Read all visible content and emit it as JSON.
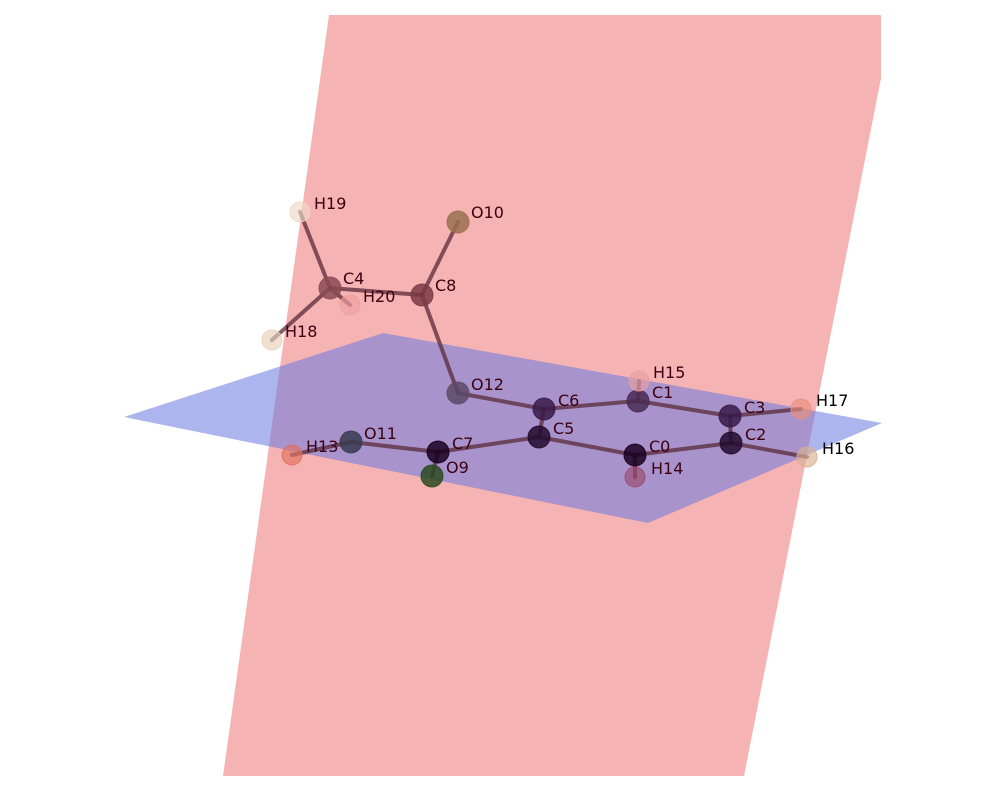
{
  "atoms": [
    {
      "id": "C0",
      "label": "C0",
      "color": "#1a0020"
    },
    {
      "id": "C1",
      "label": "C1",
      "color": "#4a2a55"
    },
    {
      "id": "C2",
      "label": "C2",
      "color": "#220a2e"
    },
    {
      "id": "C3",
      "label": "C3",
      "color": "#3a1a48"
    },
    {
      "id": "C4",
      "label": "C4",
      "color": "#8a4a55"
    },
    {
      "id": "C5",
      "label": "C5",
      "color": "#220a2e"
    },
    {
      "id": "C6",
      "label": "C6",
      "color": "#3a1a48"
    },
    {
      "id": "C7",
      "label": "C7",
      "color": "#1a0020"
    },
    {
      "id": "C8",
      "label": "C8",
      "color": "#7a3a45"
    },
    {
      "id": "O9",
      "label": "O9",
      "color": "#2a4a20"
    },
    {
      "id": "O10",
      "label": "O10",
      "color": "#9a7050"
    },
    {
      "id": "O11",
      "label": "O11",
      "color": "#3a3a50"
    },
    {
      "id": "O12",
      "label": "O12",
      "color": "#5a4a65"
    },
    {
      "id": "H13",
      "label": "H13",
      "color": "#e07060"
    },
    {
      "id": "H14",
      "label": "H14",
      "color": "#9a4a70"
    },
    {
      "id": "H15",
      "label": "H15",
      "color": "#e8a0a0"
    },
    {
      "id": "H16",
      "label": "H16",
      "color": "#d8b090"
    },
    {
      "id": "H17",
      "label": "H17",
      "color": "#e89080"
    },
    {
      "id": "H18",
      "label": "H18",
      "color": "#e8d0b8"
    },
    {
      "id": "H19",
      "label": "H19",
      "color": "#f0d8c8"
    },
    {
      "id": "H20",
      "label": "H20",
      "color": "#f0a0a0"
    }
  ],
  "bonds": [
    [
      "C0",
      "C5"
    ],
    [
      "C0",
      "C2"
    ],
    [
      "C0",
      "H14"
    ],
    [
      "C2",
      "C3"
    ],
    [
      "C2",
      "H16"
    ],
    [
      "C3",
      "C1"
    ],
    [
      "C3",
      "H17"
    ],
    [
      "C1",
      "C6"
    ],
    [
      "C1",
      "H15"
    ],
    [
      "C6",
      "C5"
    ],
    [
      "C6",
      "O12"
    ],
    [
      "C5",
      "C7"
    ],
    [
      "C7",
      "O9"
    ],
    [
      "C7",
      "O11"
    ],
    [
      "O11",
      "H13"
    ],
    [
      "O12",
      "C8"
    ],
    [
      "C8",
      "O10"
    ],
    [
      "C8",
      "C4"
    ],
    [
      "C4",
      "H19"
    ],
    [
      "C4",
      "H18"
    ],
    [
      "C4",
      "H20"
    ]
  ],
  "colors": {
    "plane_red": "#f08080",
    "plane_blue": "#6a78e0",
    "bond": "#5a2a3a",
    "label_dark": "#3a0010",
    "label_black": "#000000"
  }
}
